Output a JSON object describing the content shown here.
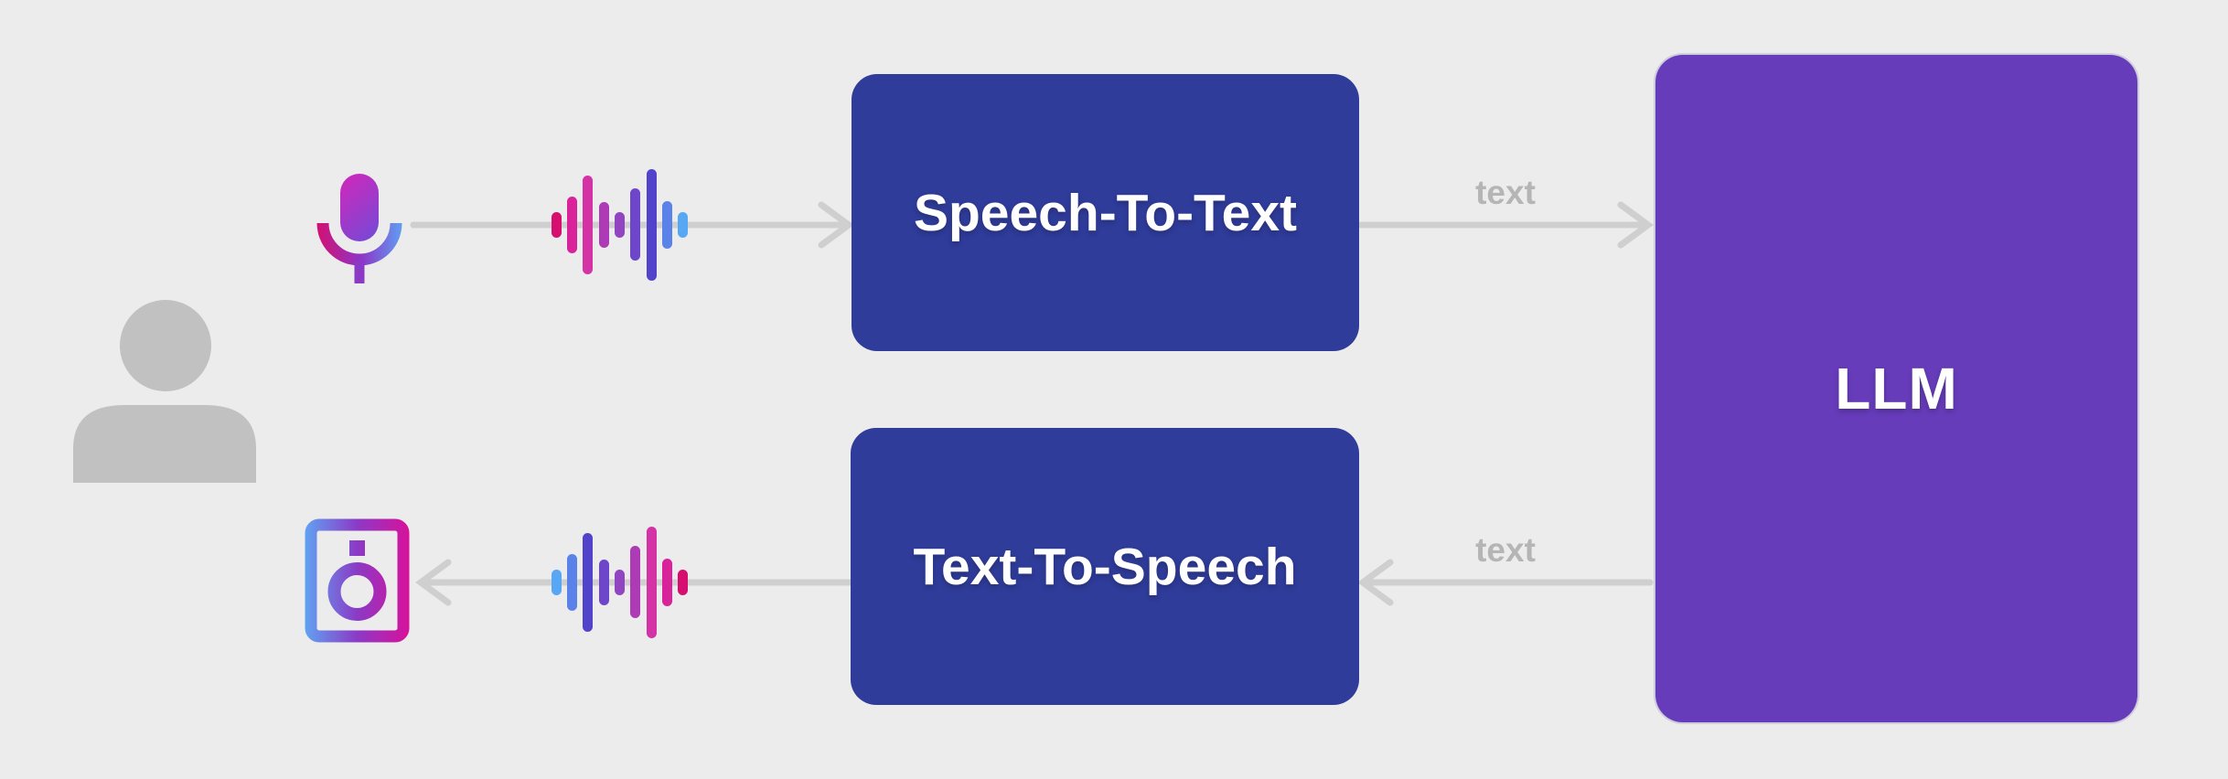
{
  "diagram": {
    "description": "Voice assistant pipeline diagram",
    "nodes": {
      "stt": {
        "label": "Speech-To-Text"
      },
      "llm": {
        "label": "LLM"
      },
      "tts": {
        "label": "Text-To-Speech"
      }
    },
    "edges": {
      "mic_to_stt": {
        "from": "microphone",
        "to": "speech-to-text",
        "label": ""
      },
      "stt_to_llm": {
        "from": "speech-to-text",
        "to": "llm",
        "label": "text"
      },
      "llm_to_tts": {
        "from": "llm",
        "to": "text-to-speech",
        "label": "text"
      },
      "tts_to_speaker": {
        "from": "text-to-speech",
        "to": "speaker",
        "label": ""
      }
    },
    "icons": {
      "person": "person-icon",
      "microphone": "microphone-icon",
      "input_waveform": "audio-waveform-icon",
      "output_waveform": "audio-waveform-icon",
      "speaker": "speaker-icon"
    },
    "colors": {
      "background": "#ececec",
      "process_box": "#2f3c9a",
      "llm_box": "#673cbb",
      "box_text": "#ffffff",
      "arrow": "#cfcfcf",
      "edge_label_text": "#b5b5b5",
      "person_icon": "#c1c1c1",
      "gradient_pink": "#d5106e",
      "gradient_purple": "#8e35c8",
      "gradient_blue": "#5fa0f2",
      "waveform_bars": [
        "#d60e6f",
        "#d9239a",
        "#d433a5",
        "#ad3bb5",
        "#9145c0",
        "#6e46ca",
        "#5243cb",
        "#5b82e8",
        "#58a7f4"
      ]
    }
  }
}
